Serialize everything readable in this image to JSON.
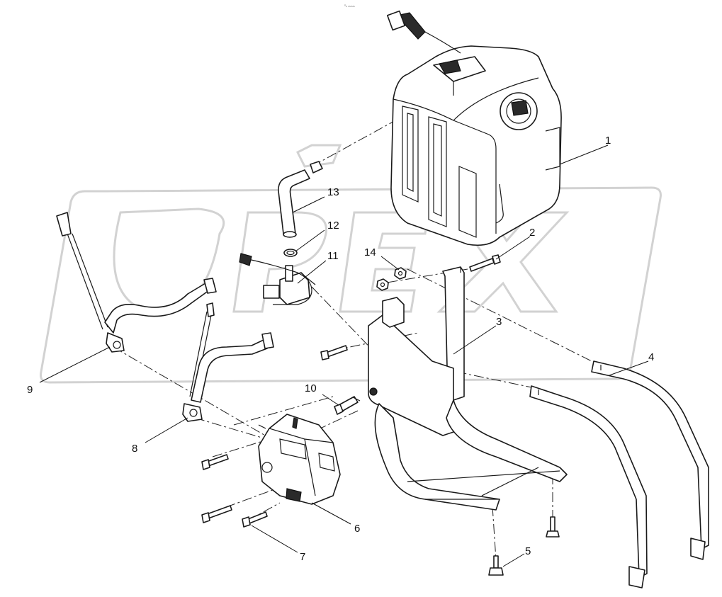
{
  "header": {
    "tiny_mark": "⁰ₙ ₘₘₘ"
  },
  "watermark": {
    "text": "OPEX",
    "color": "#d2d2d2"
  },
  "callouts": [
    {
      "id": "1",
      "label": "1"
    },
    {
      "id": "2",
      "label": "2"
    },
    {
      "id": "3",
      "label": "3"
    },
    {
      "id": "4",
      "label": "4"
    },
    {
      "id": "5",
      "label": "5"
    },
    {
      "id": "6",
      "label": "6"
    },
    {
      "id": "7",
      "label": "7"
    },
    {
      "id": "8",
      "label": "8"
    },
    {
      "id": "9",
      "label": "9"
    },
    {
      "id": "10",
      "label": "10"
    },
    {
      "id": "11",
      "label": "11"
    },
    {
      "id": "12",
      "label": "12"
    },
    {
      "id": "13",
      "label": "13"
    },
    {
      "id": "14",
      "label": "14"
    }
  ]
}
